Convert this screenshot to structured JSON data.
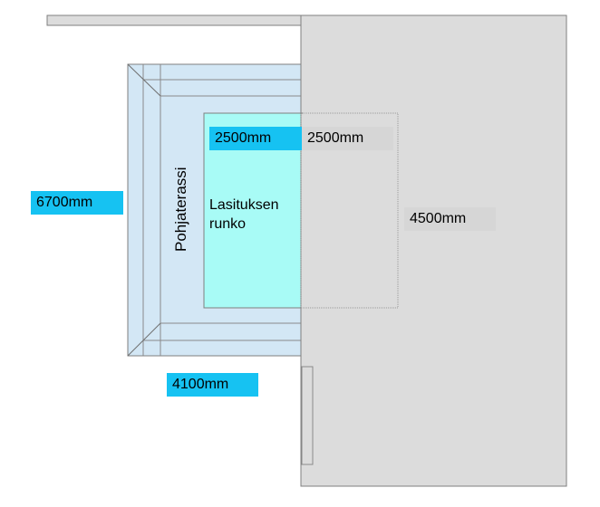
{
  "labels": {
    "glazing_width_left": "2500mm",
    "glazing_width_right": "2500mm",
    "terrace_height": "6700mm",
    "glazing_depth": "4500mm",
    "terrace_width": "4100mm",
    "foundation_terrace": "Pohjaterassi",
    "glazing_frame_line1": "Lasituksen",
    "glazing_frame_line2": "runko"
  },
  "colors": {
    "house_fill": "#dcdcdc",
    "terrace_fill": "#d3e7f5",
    "glazing_fill": "#a8fbf6",
    "dimension_cyan": "#16c2f2",
    "dimension_grey": "#d6d6d6",
    "outline": "#7f7f7f"
  }
}
